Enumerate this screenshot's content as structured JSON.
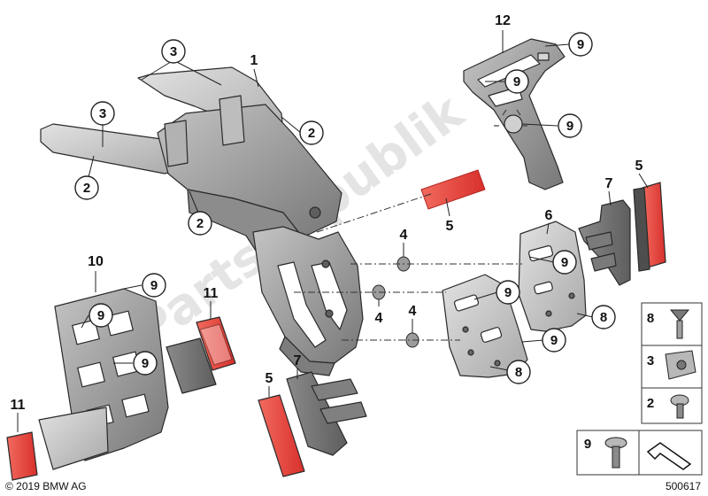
{
  "callouts": {
    "c3a": "3",
    "c1": "1",
    "c3b": "3",
    "c2a": "2",
    "c2b": "2",
    "c2c": "2",
    "c12": "12",
    "c9a": "9",
    "c9b": "9",
    "c9c": "9",
    "c5a": "5",
    "c5b": "5",
    "c5c": "5",
    "c7a": "7",
    "c7b": "7",
    "c6": "6",
    "c4a": "4",
    "c4b": "4",
    "c4c": "4",
    "c9d": "9",
    "c9e": "9",
    "c9f": "9",
    "c8a": "8",
    "c8b": "8",
    "c10": "10",
    "c9g": "9",
    "c9h": "9",
    "c9i": "9",
    "c11a": "11",
    "c11b": "11"
  },
  "legend": {
    "items": [
      {
        "number": "8",
        "icon": "expanding-rivet-icon"
      },
      {
        "number": "3",
        "icon": "speed-nut-icon"
      },
      {
        "number": "2",
        "icon": "torx-screw-icon"
      },
      {
        "number": "9",
        "icon": "flange-screw-icon"
      },
      {
        "number": "",
        "icon": "kit-arrow-icon"
      }
    ]
  },
  "watermark": "PartsRepublik",
  "footer": {
    "copyright": "© 2019 BMW AG",
    "diagram_number": "500617"
  },
  "colors": {
    "part_gray": "#9a9a9a",
    "part_dark": "#6e6e6e",
    "reflector_red": "#e53a36",
    "outline": "#2a2a2a"
  }
}
